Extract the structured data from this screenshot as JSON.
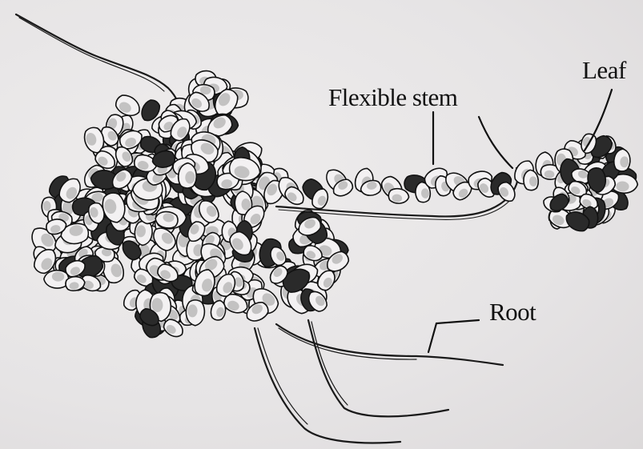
{
  "figure": {
    "labels": {
      "leaf": "Leaf",
      "flexible_stem": "Flexible stem",
      "root": "Root"
    },
    "colors": {
      "ink": "#111111",
      "leaf_fill": "#f3f1f2",
      "leaf_shade": "#2a2a2a",
      "background": "#e9e7e8"
    }
  }
}
